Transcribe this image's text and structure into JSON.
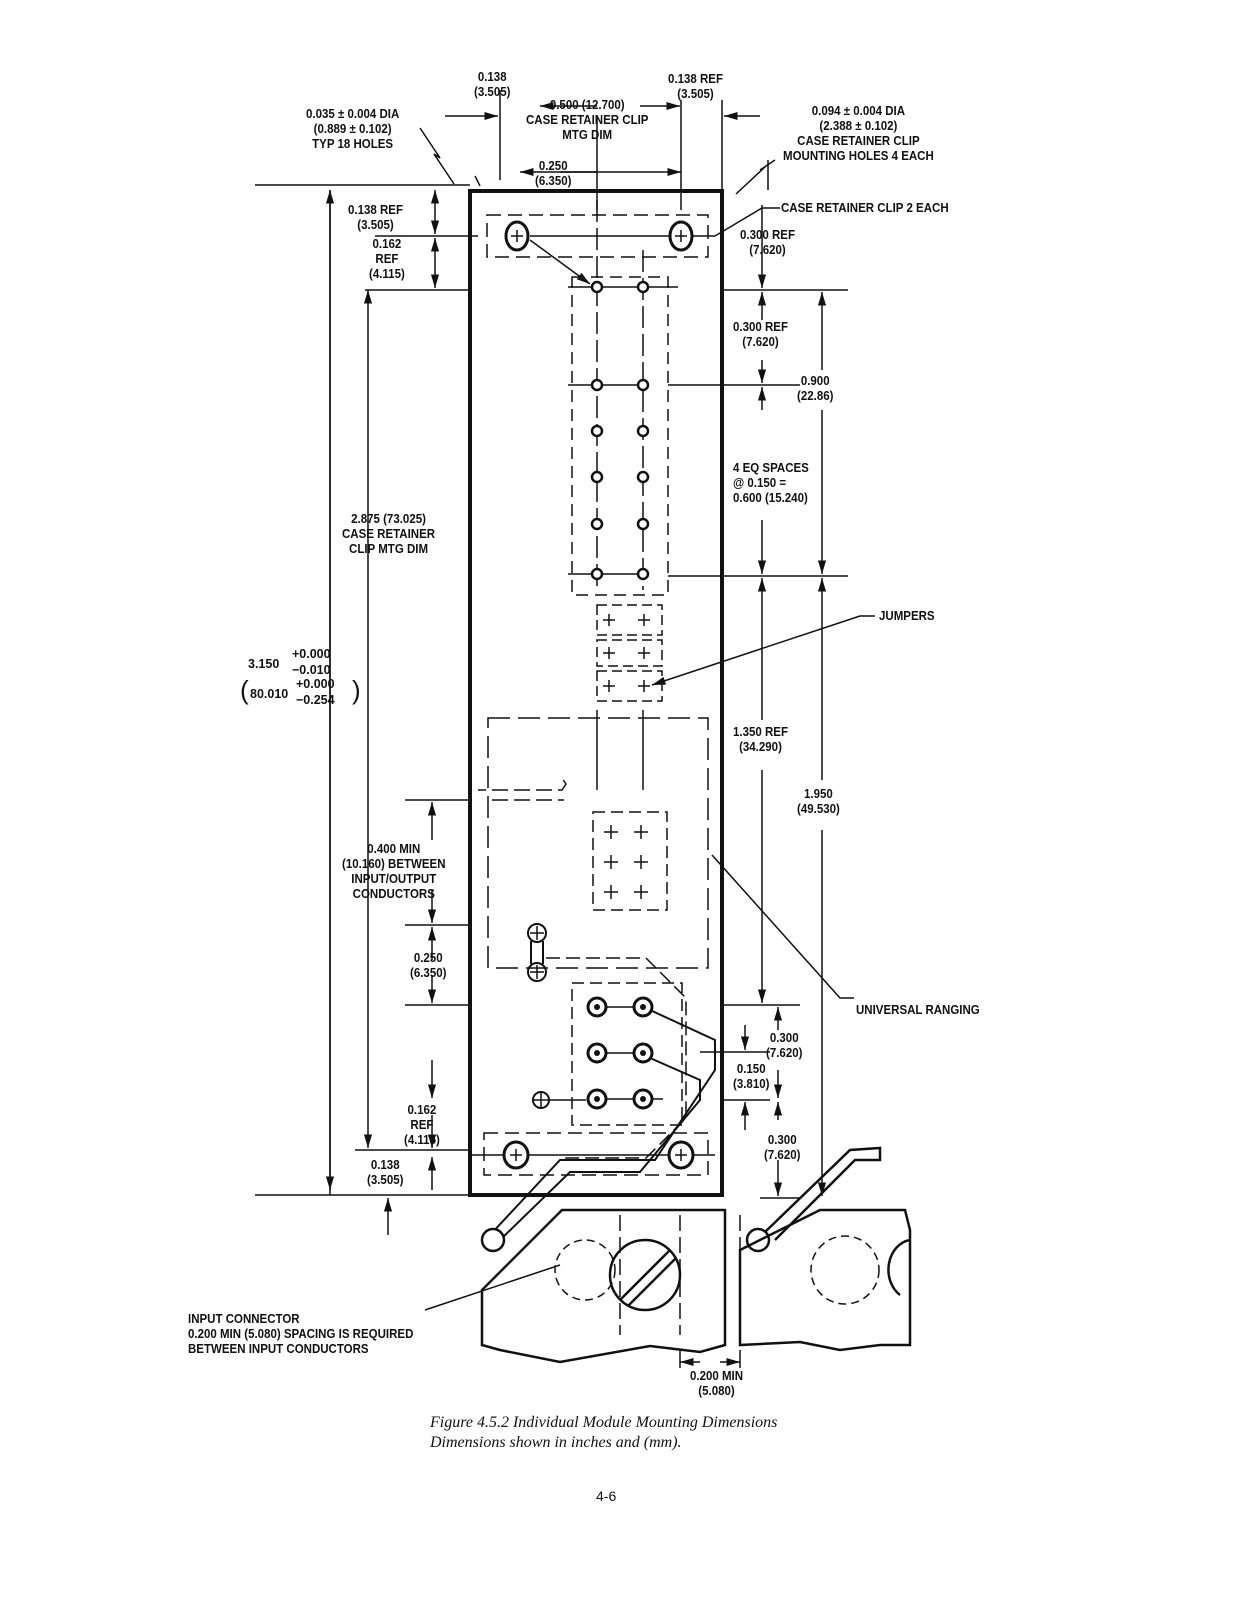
{
  "dimensions": {
    "top_left_138": [
      "0.138",
      "(3.505)"
    ],
    "top_right_138": [
      "0.138 REF",
      "(3.505)"
    ],
    "hole_small": [
      "0.035 ± 0.004 DIA",
      "(0.889 ± 0.102)",
      "TYP 18 HOLES"
    ],
    "clip_mtg_500": [
      "0.500 (12.700)",
      "CASE RETAINER CLIP",
      "MTG DIM"
    ],
    "hole_large": [
      "0.094 ± 0.004 DIA",
      "(2.388 ± 0.102)",
      "CASE RETAINER CLIP",
      "MOUNTING HOLES 4 EACH"
    ],
    "spacing_250_top": [
      "0.250",
      "(6.350)"
    ],
    "clip_2_each": "CASE RETAINER CLIP 2 EACH",
    "left_138_ref": [
      "0.138 REF",
      "(3.505)"
    ],
    "left_162_ref": [
      "0.162",
      "REF",
      "(4.115)"
    ],
    "right_300_ref_a": [
      "0.300 REF",
      "(7.620)"
    ],
    "right_300_ref_b": [
      "0.300 REF",
      "(7.620)"
    ],
    "right_900": [
      "0.900",
      "(22.86)"
    ],
    "eq_spaces": [
      "4 EQ SPACES",
      "@ 0.150 =",
      "0.600 (15.240)"
    ],
    "clip_mtg_2875": [
      "2.875 (73.025)",
      "CASE RETAINER",
      "CLIP MTG DIM"
    ],
    "jumpers": "JUMPERS",
    "overall_height": {
      "nominal": "3.150",
      "tol_plus": "+0.000",
      "tol_minus": "−0.010",
      "mm_nominal": "80.010",
      "mm_plus": "+0.000",
      "mm_minus": "−0.254"
    },
    "right_1350": [
      "1.350 REF",
      "(34.290)"
    ],
    "right_1950": [
      "1.950",
      "(49.530)"
    ],
    "min_400": [
      "0.400 MIN",
      "(10.160) BETWEEN",
      "INPUT/OUTPUT",
      "CONDUCTORS"
    ],
    "left_250": [
      "0.250",
      "(6.350)"
    ],
    "universal_ranging": "UNIVERSAL RANGING",
    "right_300_c": [
      "0.300",
      "(7.620)"
    ],
    "right_150": [
      "0.150",
      "(3.810)"
    ],
    "bottom_162": [
      "0.162",
      "REF",
      "(4.115)"
    ],
    "bottom_138": [
      "0.138",
      "(3.505)"
    ],
    "right_300_d": [
      "0.300",
      "(7.620)"
    ],
    "input_connector": [
      "INPUT CONNECTOR",
      "0.200 MIN (5.080) SPACING IS REQUIRED",
      "BETWEEN INPUT CONDUCTORS"
    ],
    "bottom_200_min": [
      "0.200 MIN",
      "(5.080)"
    ]
  },
  "caption": {
    "line1": "Figure 4.5.2 Individual Module Mounting Dimensions",
    "line2": "Dimensions shown in inches and (mm)."
  },
  "page_number": "4-6"
}
